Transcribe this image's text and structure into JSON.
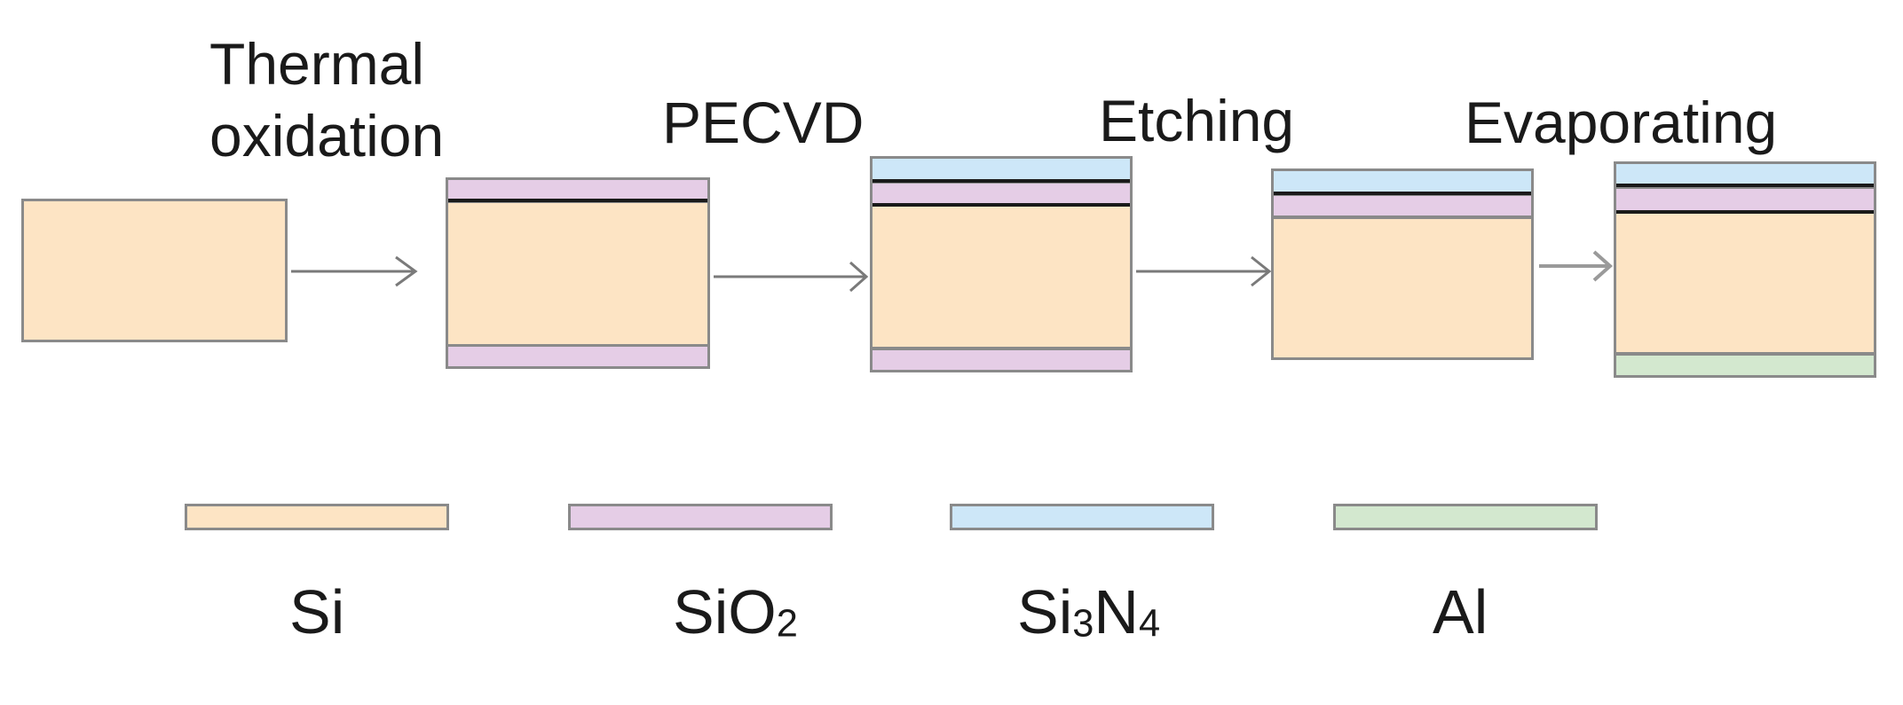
{
  "steps": [
    {
      "lines": [
        "Thermal",
        "oxidation"
      ]
    },
    {
      "lines": [
        "PECVD"
      ]
    },
    {
      "lines": [
        "Etching"
      ]
    },
    {
      "lines": [
        "Evaporating"
      ]
    }
  ],
  "materials": {
    "si": {
      "base": "Si",
      "sub": "",
      "tail": "",
      "sub2": "",
      "color": "#fde4c4"
    },
    "sio2": {
      "base": "SiO",
      "sub": "2",
      "tail": "",
      "sub2": "",
      "color": "#e5cde6"
    },
    "si3n4": {
      "base": "Si",
      "sub": "3",
      "tail": "N",
      "sub2": "4",
      "color": "#cde7f8"
    },
    "al": {
      "base": "Al",
      "sub": "",
      "tail": "",
      "sub2": "",
      "color": "#d3e8cf"
    }
  },
  "wafers": [
    {
      "stage": "initial",
      "top_layers": [],
      "bottom_layers": []
    },
    {
      "stage": "after-thermal-oxidation",
      "top_layers": [
        "sio2"
      ],
      "bottom_layers": [
        "sio2"
      ]
    },
    {
      "stage": "after-pecvd",
      "top_layers": [
        "si3n4",
        "sio2"
      ],
      "bottom_layers": [
        "sio2"
      ]
    },
    {
      "stage": "after-etching",
      "top_layers": [
        "si3n4",
        "sio2"
      ],
      "bottom_layers": []
    },
    {
      "stage": "after-evaporating",
      "top_layers": [
        "si3n4",
        "sio2"
      ],
      "bottom_layers": [
        "al"
      ]
    }
  ],
  "colors": {
    "outline": "#8a8a8a",
    "arrow": "#7a7a7a",
    "text": "#1a1a1a"
  }
}
